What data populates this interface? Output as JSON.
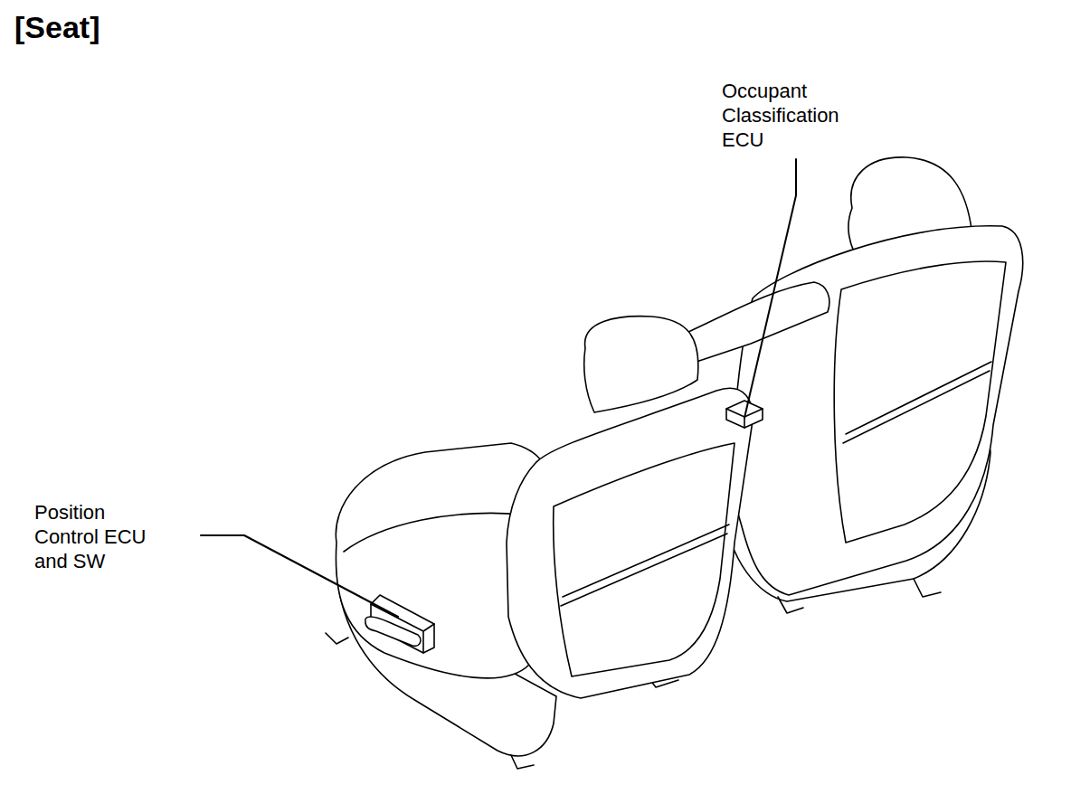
{
  "diagram": {
    "title": "[Seat]",
    "labels": [
      "Occupant Classification ECU",
      "Position Control ECU and SW"
    ]
  }
}
